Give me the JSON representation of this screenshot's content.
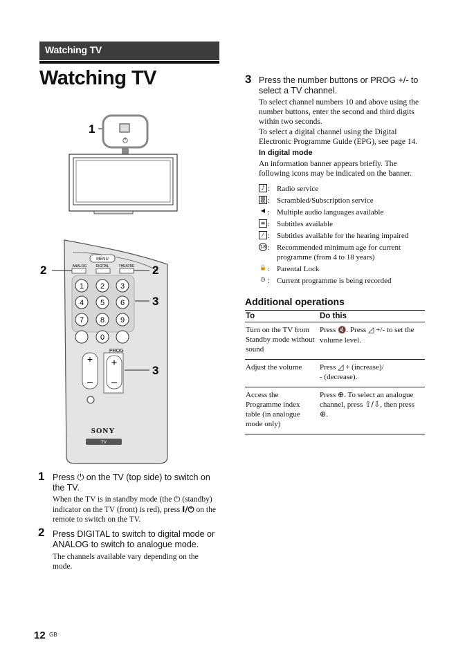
{
  "header": {
    "section": "Watching TV"
  },
  "page_title": "Watching TV",
  "illustration": {
    "callouts": [
      "1",
      "2",
      "2",
      "3",
      "3"
    ],
    "remote": {
      "menu": "MENU",
      "analog": "ANALOG",
      "digital": "DIGITAL",
      "theatre": "THEATRE",
      "digits": [
        "1",
        "2",
        "3",
        "4",
        "5",
        "6",
        "7",
        "8",
        "9",
        "0"
      ],
      "prog": "PROG",
      "brand": "SONY",
      "tv": "TV"
    }
  },
  "steps": {
    "s1": {
      "num": "1",
      "head_a": "Press ",
      "head_b": " on the TV (top side) to switch on the TV.",
      "body_a": "When the TV is in standby mode (the ",
      "body_b": " (standby) indicator on the TV (front) is red), press ",
      "body_c": " on the remote to switch on the TV."
    },
    "s2": {
      "num": "2",
      "head": "Press DIGITAL to switch to digital mode or ANALOG to switch to analogue mode.",
      "body": "The channels available vary depending on the mode."
    },
    "s3": {
      "num": "3",
      "head": "Press the number buttons or PROG +/- to select a TV channel.",
      "body1": "To select channel numbers 10 and above using the number buttons, enter the second and third digits within two seconds.",
      "body2": "To select a digital channel using the Digital Electronic Programme Guide (EPG), see page 14.",
      "sub_head": "In digital mode",
      "body3": "An information banner appears briefly. The following icons may be indicated on the banner."
    }
  },
  "banner_icons": [
    {
      "icon": "radio-icon",
      "glyph": "♪",
      "label": "Radio service"
    },
    {
      "icon": "scrambled-icon",
      "glyph": "▒",
      "label": "Scrambled/Subscription service"
    },
    {
      "icon": "multi-audio-icon",
      "glyph": "◀",
      "label": "Multiple audio languages available"
    },
    {
      "icon": "subtitles-icon",
      "glyph": "≡",
      "label": "Subtitles available"
    },
    {
      "icon": "hearing-impaired-icon",
      "glyph": "⁄",
      "label": "Subtitles available for the hearing impaired"
    },
    {
      "icon": "age-rating-icon",
      "glyph": "18",
      "label": "Recommended minimum age for current programme (from 4 to 18 years)"
    },
    {
      "icon": "parental-lock-icon",
      "glyph": "🔒",
      "label": "Parental Lock"
    },
    {
      "icon": "recording-icon",
      "glyph": "◷",
      "label": "Current programme is being recorded"
    }
  ],
  "additional": {
    "title": "Additional operations",
    "col_to": "To",
    "col_do": "Do this",
    "rows": [
      {
        "to": "Turn on the TV from Standby mode without sound",
        "do_a": "Press ",
        "do_b": ". Press ",
        "do_c": " +/- to set the volume level."
      },
      {
        "to": "Adjust the volume",
        "do_a": "Press ",
        "do_b": " + (increase)/",
        "do_c": "- (decrease)."
      },
      {
        "to": "Access the Programme index table (in analogue mode only)",
        "do_a": "Press ",
        "do_b": ". To select an analogue channel, press ",
        "do_c": ", then press ",
        "do_d": "."
      }
    ]
  },
  "footer": {
    "page": "12",
    "lang": "GB"
  }
}
